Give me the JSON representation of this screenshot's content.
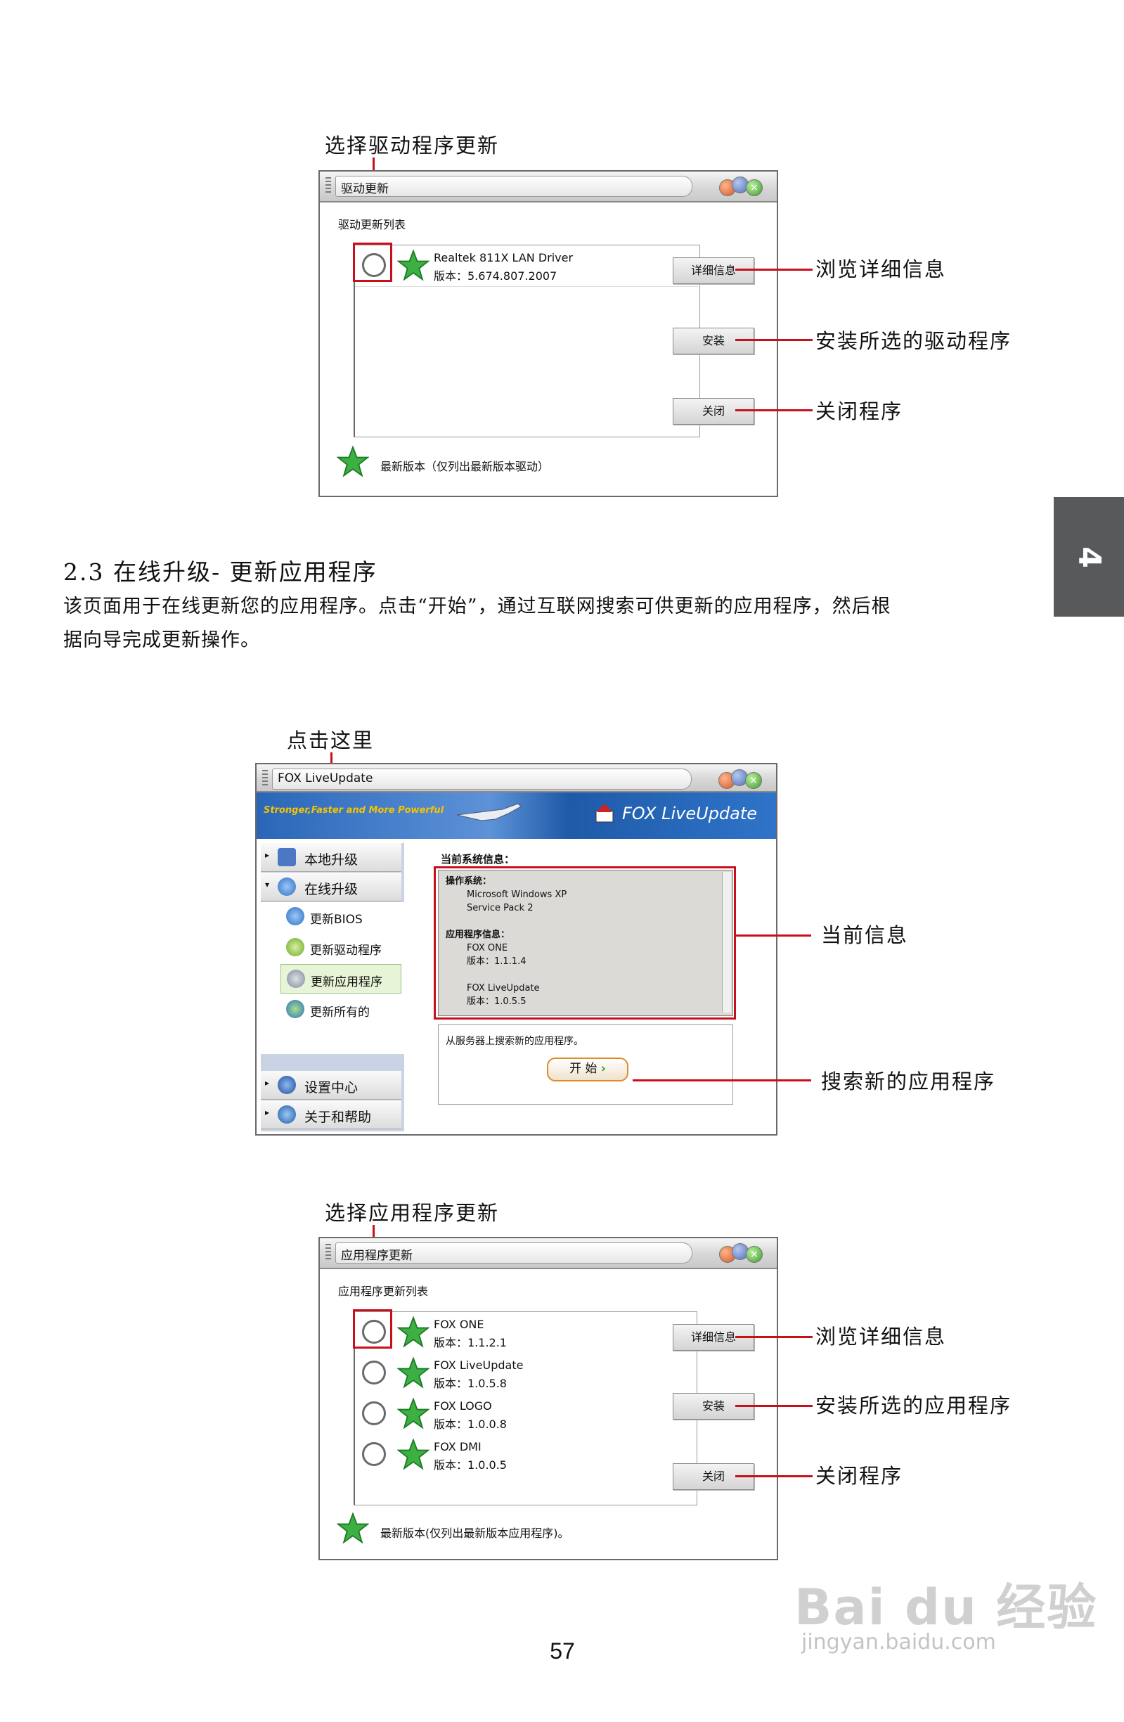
{
  "section1": {
    "callout_top": "选择驱动程序更新",
    "window_title": "驱动更新",
    "list_label": "驱动更新列表",
    "item": {
      "name": "Realtek 811X LAN Driver",
      "version": "版本：5.674.807.2007"
    },
    "buttons": {
      "details": "详细信息",
      "install": "安装",
      "close": "关闭"
    },
    "footer": "最新版本（仅列出最新版本驱动）",
    "callouts": {
      "details": "浏览详细信息",
      "install": "安装所选的驱动程序",
      "close": "关闭程序"
    }
  },
  "section2": {
    "heading": "2.3 在线升级- 更新应用程序",
    "body_line1": "该页面用于在线更新您的应用程序。点击“开始”，通过互联网搜索可供更新的应用程序，然后根",
    "body_line2": "据向导完成更新操作。",
    "callout_top": "点击这里",
    "window_title": "FOX LiveUpdate",
    "banner_slogan": "Stronger,Faster and More Powerful",
    "banner_brand": "FOX LiveUpdate",
    "nav": {
      "local": "本地升级",
      "online": "在线升级",
      "bios": "更新BIOS",
      "driver": "更新驱动程序",
      "app": "更新应用程序",
      "all": "更新所有的",
      "settings": "设置中心",
      "about": "关于和帮助"
    },
    "info_label": "当前系统信息：",
    "info_lines": [
      "操作系统：",
      "Microsoft Windows XP",
      "Service Pack 2",
      "",
      "应用程序信息：",
      "FOX ONE",
      "版本：1.1.1.4",
      "",
      "FOX LiveUpdate",
      "版本：1.0.5.5"
    ],
    "search_text": "从服务器上搜索新的应用程序。",
    "start_button": "开 始",
    "callouts": {
      "info": "当前信息",
      "search": "搜索新的应用程序"
    }
  },
  "section3": {
    "callout_top": "选择应用程序更新",
    "window_title": "应用程序更新",
    "list_label": "应用程序更新列表",
    "items": [
      {
        "name": "FOX ONE",
        "version": "版本：1.1.2.1"
      },
      {
        "name": "FOX LiveUpdate",
        "version": "版本：1.0.5.8"
      },
      {
        "name": "FOX LOGO",
        "version": "版本：1.0.0.8"
      },
      {
        "name": "FOX DMI",
        "version": "版本：1.0.0.5"
      }
    ],
    "buttons": {
      "details": "详细信息",
      "install": "安装",
      "close": "关闭"
    },
    "footer": "最新版本(仅列出最新版本应用程序)。",
    "callouts": {
      "details": "浏览详细信息",
      "install": "安装所选的应用程序",
      "close": "关闭程序"
    }
  },
  "page_number": "57",
  "side_tab": "4",
  "watermark": {
    "brand": "Bai du 经验",
    "url": "jingyan.baidu.com"
  },
  "colors": {
    "callout_red": "#c8101c",
    "side_tab": "#58595b",
    "accent_blue": "#1e5fb3"
  }
}
